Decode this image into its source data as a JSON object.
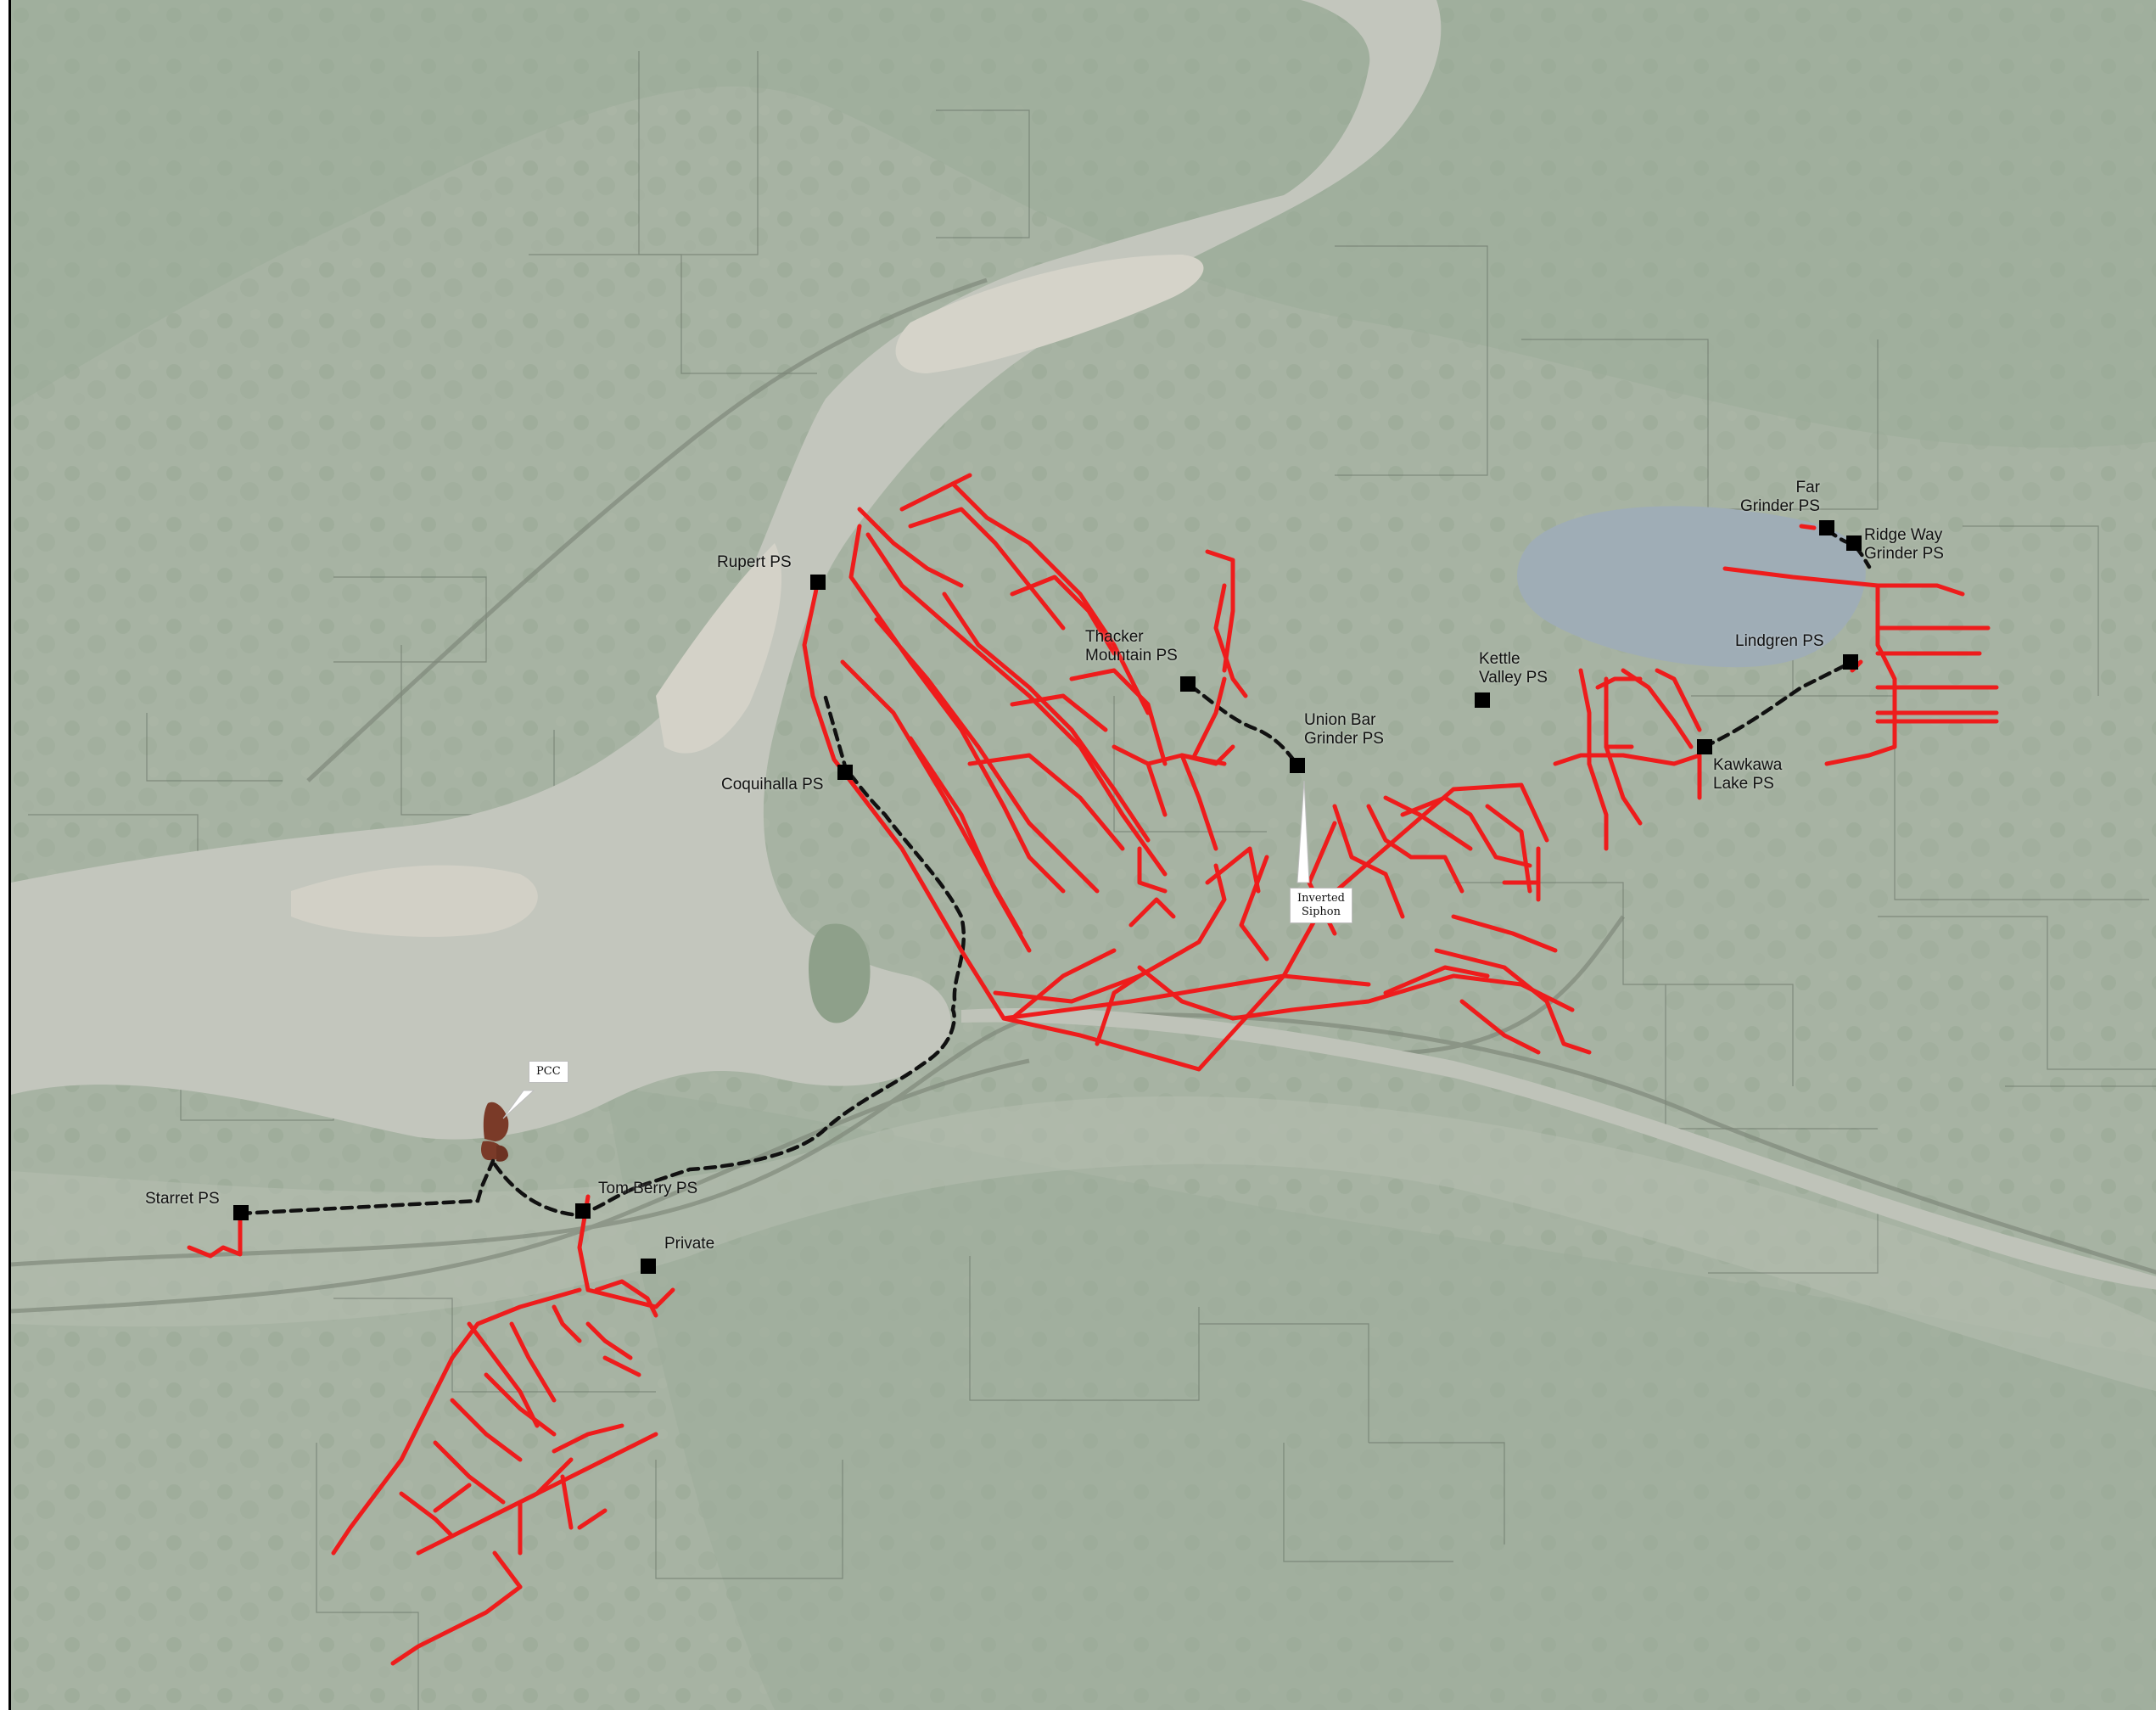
{
  "map": {
    "colors": {
      "terrain": "#a7b3a3",
      "forest": "#93a590",
      "river": "#c3c6bd",
      "sandbar": "#d2d0c6",
      "lake": "#9fadb6",
      "sewer": "#ee1c1c",
      "forcemain": "#111111",
      "lagoon": "#7a3a28"
    },
    "pump_stations": [
      {
        "id": "rupert",
        "label": "Rupert PS"
      },
      {
        "id": "coquihalla",
        "label": "Coquihalla PS"
      },
      {
        "id": "thacker",
        "label": "Thacker\nMountain PS"
      },
      {
        "id": "union-bar",
        "label": "Union Bar\nGrinder PS"
      },
      {
        "id": "kettle-valley",
        "label": "Kettle\nValley PS"
      },
      {
        "id": "kawkawa",
        "label": "Kawkawa\nLake PS"
      },
      {
        "id": "lindgren",
        "label": "Lindgren PS"
      },
      {
        "id": "far",
        "label": "Far\nGrinder PS"
      },
      {
        "id": "ridge-way",
        "label": "Ridge Way\nGrinder PS"
      },
      {
        "id": "tom-berry",
        "label": "Tom Berry PS"
      },
      {
        "id": "private",
        "label": "Private"
      },
      {
        "id": "starret",
        "label": "Starret PS"
      }
    ],
    "callouts": {
      "pcc": "PCC",
      "inverted_siphon": "Inverted\nSiphon"
    }
  }
}
